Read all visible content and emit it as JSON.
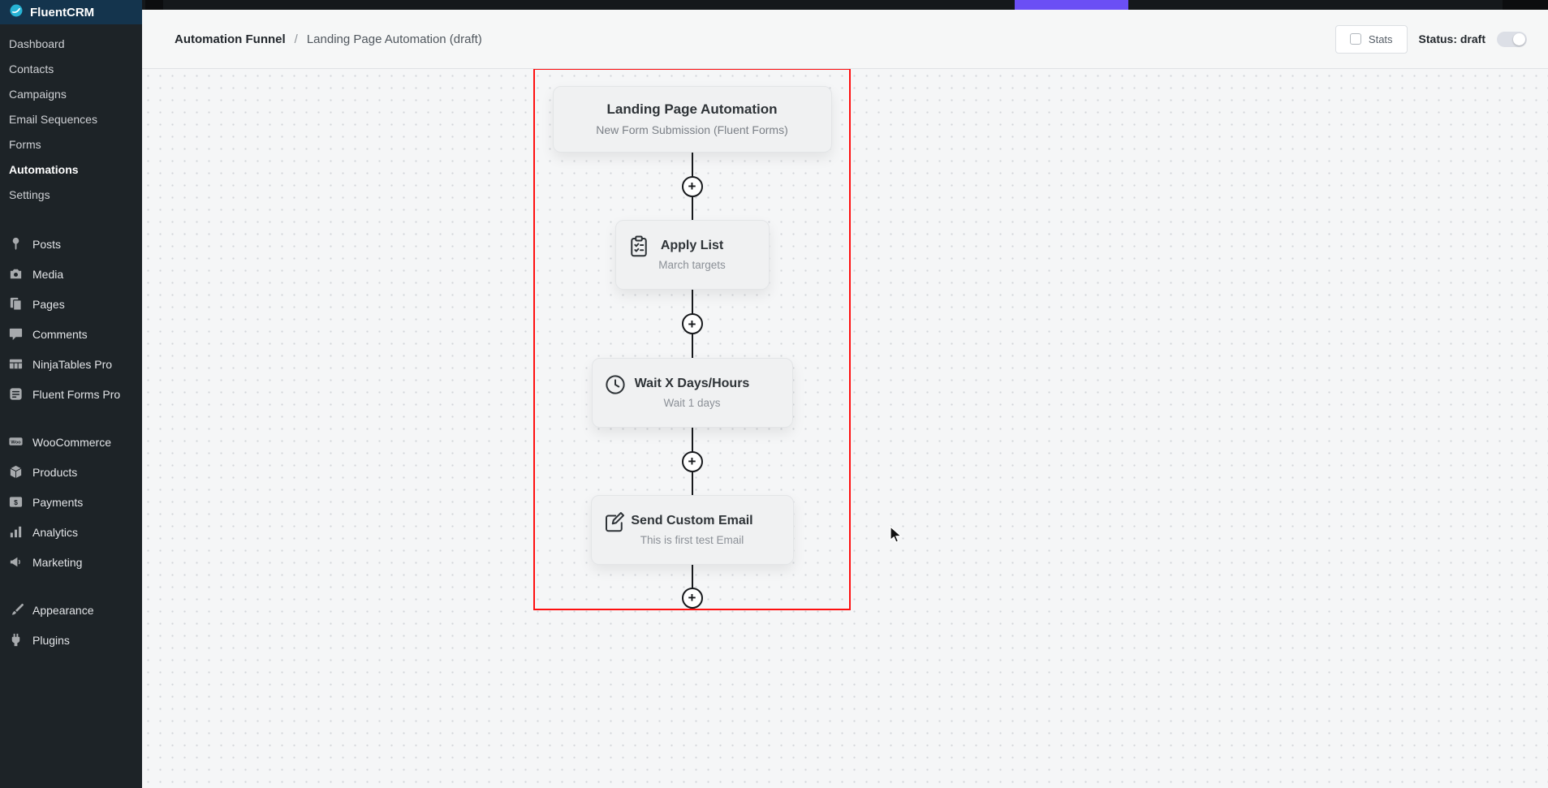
{
  "admin_bar": {
    "brand": "FluentCRM"
  },
  "sidebar": {
    "crm_items": [
      {
        "label": "Dashboard",
        "active": false
      },
      {
        "label": "Contacts",
        "active": false
      },
      {
        "label": "Campaigns",
        "active": false
      },
      {
        "label": "Email Sequences",
        "active": false
      },
      {
        "label": "Forms",
        "active": false
      },
      {
        "label": "Automations",
        "active": true
      },
      {
        "label": "Settings",
        "active": false
      }
    ],
    "wp_items": [
      {
        "label": "Posts",
        "icon": "pin-icon"
      },
      {
        "label": "Media",
        "icon": "camera-icon"
      },
      {
        "label": "Pages",
        "icon": "pages-icon"
      },
      {
        "label": "Comments",
        "icon": "comment-bubble-icon"
      },
      {
        "label": "NinjaTables Pro",
        "icon": "table-icon"
      },
      {
        "label": "Fluent Forms Pro",
        "icon": "form-lines-icon"
      },
      {
        "label": "WooCommerce",
        "icon": "woo-badge-icon"
      },
      {
        "label": "Products",
        "icon": "box-icon"
      },
      {
        "label": "Payments",
        "icon": "dollar-card-icon"
      },
      {
        "label": "Analytics",
        "icon": "bar-chart-icon"
      },
      {
        "label": "Marketing",
        "icon": "megaphone-icon"
      },
      {
        "label": "Appearance",
        "icon": "brush-icon"
      },
      {
        "label": "Plugins",
        "icon": "plug-icon"
      }
    ]
  },
  "header": {
    "breadcrumb": {
      "root": "Automation Funnel",
      "separator": "/",
      "current": "Landing Page Automation (draft)"
    },
    "stats_label": "Stats",
    "status_label": "Status: draft"
  },
  "funnel": {
    "trigger": {
      "title": "Landing Page Automation",
      "subtitle": "New Form Submission (Fluent Forms)"
    },
    "steps": [
      {
        "title": "Apply List",
        "subtitle": "March targets",
        "icon": "clipboard-check-icon"
      },
      {
        "title": "Wait X Days/Hours",
        "subtitle": "Wait 1 days",
        "icon": "clock-icon"
      },
      {
        "title": "Send Custom Email",
        "subtitle": "This is first test Email",
        "icon": "compose-email-icon"
      }
    ],
    "add_step_label": "+"
  },
  "colors": {
    "accent_purple": "#6b4ff5",
    "selection_red": "#fe1010",
    "brand_teal": "#27b3d4",
    "sidebar_bg": "#1d2327"
  }
}
